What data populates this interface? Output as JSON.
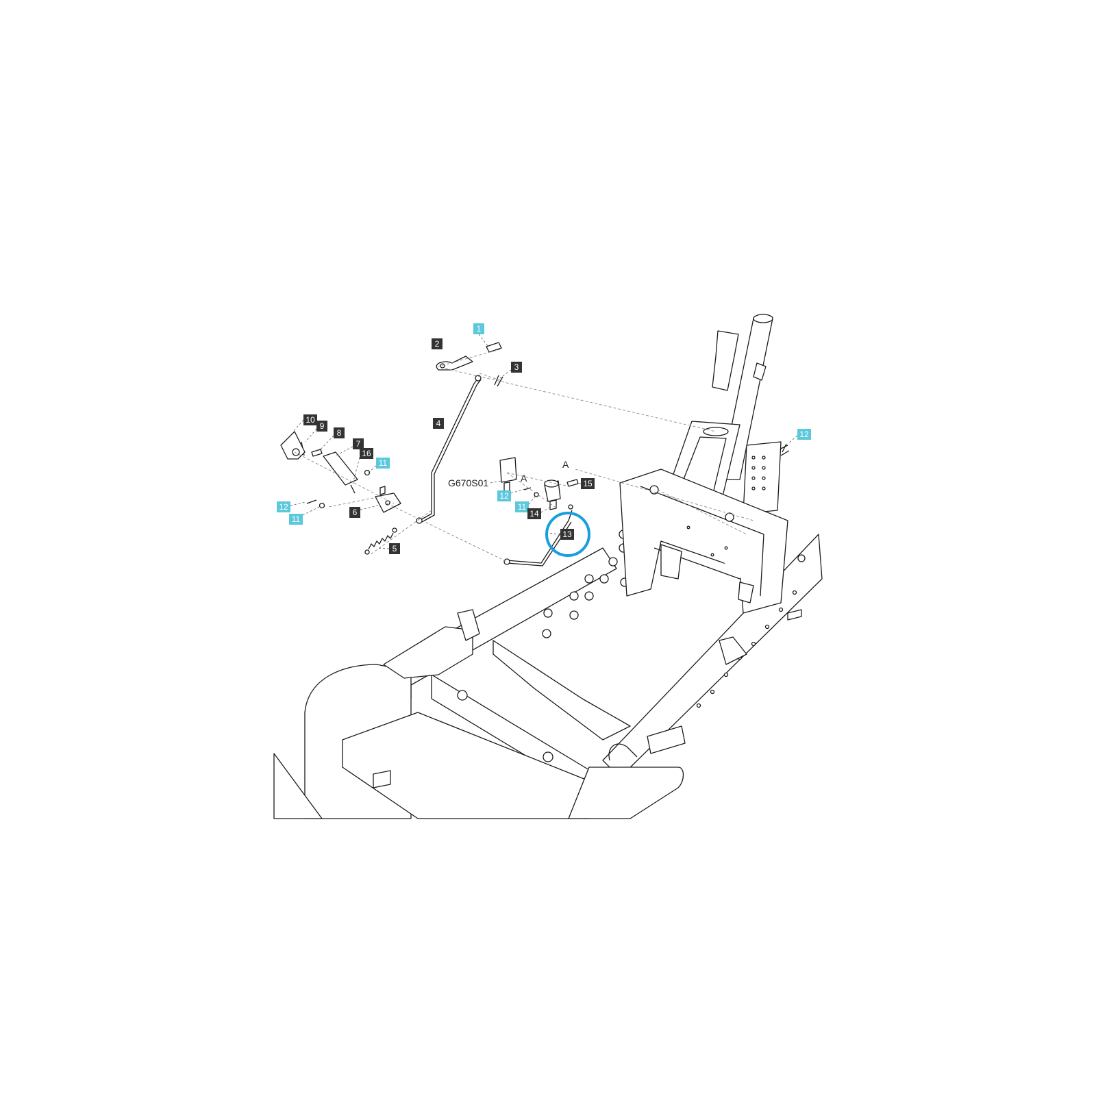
{
  "diagram": {
    "drawing_code": "G670S01",
    "reference_marks": [
      "A",
      "A"
    ],
    "colors": {
      "callout_dark": "#333333",
      "callout_highlight": "#5bc8dc",
      "highlight_ring": "#1a9fde",
      "line": "#1a1a1a"
    },
    "callouts": [
      {
        "id": "c1",
        "label": "1",
        "style": "highlight"
      },
      {
        "id": "c2",
        "label": "2",
        "style": "dark"
      },
      {
        "id": "c3",
        "label": "3",
        "style": "dark"
      },
      {
        "id": "c4",
        "label": "4",
        "style": "dark"
      },
      {
        "id": "c5",
        "label": "5",
        "style": "dark"
      },
      {
        "id": "c6",
        "label": "6",
        "style": "dark"
      },
      {
        "id": "c7",
        "label": "7",
        "style": "dark"
      },
      {
        "id": "c8",
        "label": "8",
        "style": "dark"
      },
      {
        "id": "c9",
        "label": "9",
        "style": "dark"
      },
      {
        "id": "c10",
        "label": "10",
        "style": "dark"
      },
      {
        "id": "c11a",
        "label": "11",
        "style": "highlight"
      },
      {
        "id": "c11b",
        "label": "11",
        "style": "highlight"
      },
      {
        "id": "c11c",
        "label": "11",
        "style": "highlight"
      },
      {
        "id": "c12a",
        "label": "12",
        "style": "highlight"
      },
      {
        "id": "c12b",
        "label": "12",
        "style": "highlight"
      },
      {
        "id": "c12c",
        "label": "12",
        "style": "highlight"
      },
      {
        "id": "c13",
        "label": "13",
        "style": "dark",
        "circled": true
      },
      {
        "id": "c14",
        "label": "14",
        "style": "dark"
      },
      {
        "id": "c15",
        "label": "15",
        "style": "dark"
      },
      {
        "id": "c16",
        "label": "16",
        "style": "dark"
      }
    ]
  }
}
